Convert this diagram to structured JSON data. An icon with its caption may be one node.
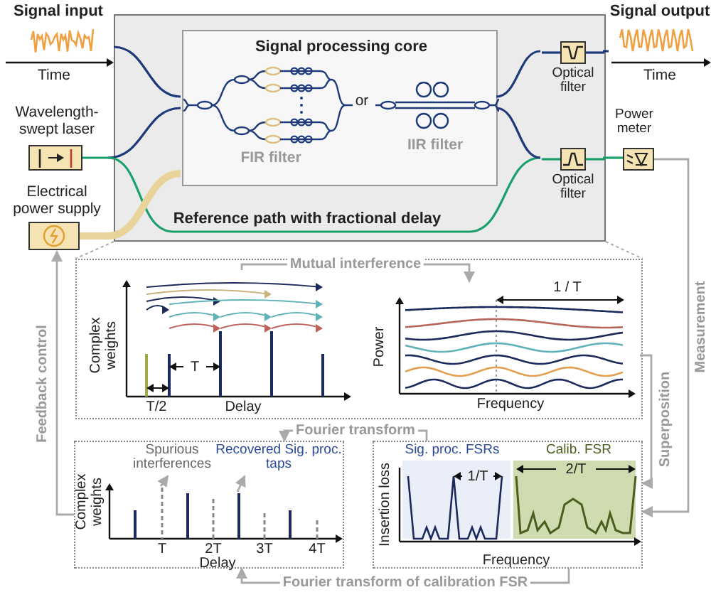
{
  "diagram": {
    "nodes": [
      {
        "text": [
          "Signal input"
        ],
        "beside": [
          "Time"
        ]
      },
      {
        "text": [
          "Reference path with fractional delay"
        ]
      },
      {
        "text": [
          "Signal processing core"
        ],
        "in": 1
      },
      {
        "text": [
          "FIR filter"
        ],
        "in": 2
      },
      {
        "text": [
          "IIR filter"
        ],
        "in": 2
      },
      {
        "text": [
          "Wavelength-swept laser"
        ]
      },
      {
        "text": [
          "Electrical power supply"
        ]
      },
      {
        "text": [
          "Optical filter"
        ],
        "in": 1
      },
      {
        "text": [
          "Optical filter"
        ],
        "in": 1
      },
      {
        "text": [
          "Signal output"
        ],
        "beside": [
          "Time"
        ]
      },
      {
        "text": [
          "Power meter"
        ]
      },
      {
        "text": [],
        "shape": "box"
      },
      {
        "text": [
          "Complex weights",
          "T",
          "T/2",
          "Delay"
        ],
        "in": 11
      },
      {
        "text": [
          "1 / T",
          "Power",
          "Frequency"
        ],
        "in": 11
      },
      {
        "text": [
          "Complex weights",
          "T",
          "2T",
          "3T",
          "4T",
          "Delay"
        ]
      },
      {
        "text": [
          "Spurious interferences"
        ],
        "in": 14
      },
      {
        "text": [
          "Recovered Sig. proc. taps"
        ],
        "in": 14
      },
      {
        "text": [
          "Sig. proc. FSRs",
          "1/T",
          "Calib. FSR",
          "2/T",
          "Insertion loss",
          "Frequency"
        ]
      },
      {
        "text": [],
        "shape": "bar",
        "in": 14
      },
      {
        "text": [],
        "shape": "bar",
        "in": 14
      }
    ],
    "edges": [
      {
        "from": 0,
        "to": 2,
        "arrow": "none",
        "color": "#1f3a7a"
      },
      {
        "from": 5,
        "to": 2,
        "arrow": "none",
        "color": "#1f3a7a"
      },
      {
        "from": 5,
        "to": 8,
        "arrow": "none",
        "color": "#1aa06a"
      },
      {
        "from": 2,
        "to": 7,
        "arrow": "none",
        "color": "#1f3a7a"
      },
      {
        "from": 2,
        "to": 8,
        "arrow": "none",
        "color": "#1f3a7a"
      },
      {
        "from": 7,
        "to": 9,
        "arrow": "none",
        "color": "#1f3a7a"
      },
      {
        "from": 8,
        "to": 10,
        "arrow": "none",
        "color": "#1aa06a"
      },
      {
        "from": 6,
        "to": 2,
        "arrow": "none",
        "style": "thick",
        "color": "#e8d49a"
      },
      {
        "from": 12,
        "to": 13,
        "arrow": "to",
        "label": "Mutual interference"
      },
      {
        "from": 13,
        "to": 17,
        "arrow": "to",
        "label": "Superposition"
      },
      {
        "from": 10,
        "to": 17,
        "arrow": "to",
        "label": "Measurement"
      },
      {
        "from": 17,
        "to": 14,
        "arrow": "to",
        "label": "Fourier transform"
      },
      {
        "from": 17,
        "to": 14,
        "arrow": "to",
        "label": "Fourier transform of calibration FSR"
      },
      {
        "from": 14,
        "to": 6,
        "arrow": "to",
        "label": "Feedback control"
      },
      {
        "from": 18,
        "to": 15,
        "arrow": "to"
      },
      {
        "from": 19,
        "to": 16,
        "arrow": "to"
      }
    ],
    "labels": [
      "or"
    ]
  }
}
